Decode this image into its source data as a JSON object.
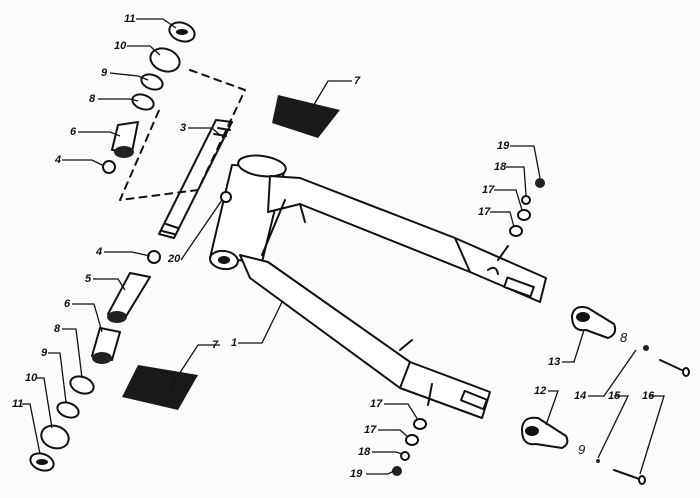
{
  "callouts": [
    {
      "id": "c11a",
      "text": "11"
    },
    {
      "id": "c10a",
      "text": "10"
    },
    {
      "id": "c9a",
      "text": "9"
    },
    {
      "id": "c8a",
      "text": "8"
    },
    {
      "id": "c6a",
      "text": "6"
    },
    {
      "id": "c4a",
      "text": "4"
    },
    {
      "id": "c3",
      "text": "3"
    },
    {
      "id": "c20",
      "text": "20"
    },
    {
      "id": "c7a",
      "text": "7"
    },
    {
      "id": "c19a",
      "text": "19"
    },
    {
      "id": "c18a",
      "text": "18"
    },
    {
      "id": "c17a",
      "text": "17"
    },
    {
      "id": "c17b",
      "text": "17"
    },
    {
      "id": "c4b",
      "text": "4"
    },
    {
      "id": "c5",
      "text": "5"
    },
    {
      "id": "c6b",
      "text": "6"
    },
    {
      "id": "c8b",
      "text": "8"
    },
    {
      "id": "c9b",
      "text": "9"
    },
    {
      "id": "c10b",
      "text": "10"
    },
    {
      "id": "c11b",
      "text": "11"
    },
    {
      "id": "c7b",
      "text": "7"
    },
    {
      "id": "c1",
      "text": "1"
    },
    {
      "id": "c13",
      "text": "13"
    },
    {
      "id": "c12",
      "text": "12"
    },
    {
      "id": "c14",
      "text": "14"
    },
    {
      "id": "c15",
      "text": "15"
    },
    {
      "id": "c16",
      "text": "16"
    },
    {
      "id": "c17c",
      "text": "17"
    },
    {
      "id": "c17d",
      "text": "17"
    },
    {
      "id": "c18b",
      "text": "18"
    },
    {
      "id": "c19b",
      "text": "19"
    }
  ],
  "loose_marks": [
    {
      "id": "m8",
      "text": "8"
    },
    {
      "id": "m9",
      "text": "9"
    }
  ]
}
